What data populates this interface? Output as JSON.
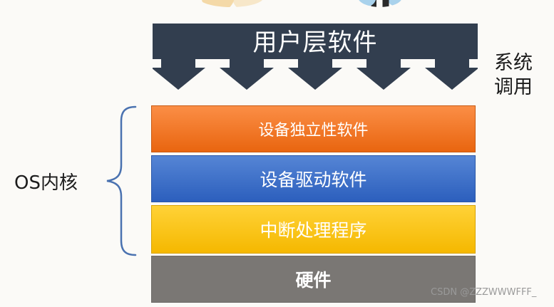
{
  "diagram": {
    "user_layer": "用户层软件",
    "syscall_line1": "系统",
    "syscall_line2": "调用",
    "layers": [
      {
        "label": "设备独立性软件",
        "color": "#f07a2a"
      },
      {
        "label": "设备驱动软件",
        "color": "#3a6cc8"
      },
      {
        "label": "中断处理程序",
        "color": "#fcc414"
      },
      {
        "label": "硬件",
        "color": "#7a7774"
      }
    ],
    "os_kernel_label": "OS内核",
    "banner_color": "#323e4f",
    "brace_color": "#4a72b0"
  },
  "watermark": "CSDN @ZZZWWWFFF_"
}
